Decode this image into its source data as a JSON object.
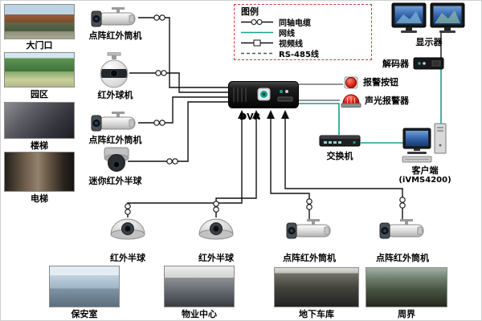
{
  "legend": {
    "title": "图例",
    "items": [
      {
        "label": "同轴电缆",
        "type": "coax"
      },
      {
        "label": "网线",
        "type": "network"
      },
      {
        "label": "视频线",
        "type": "video"
      },
      {
        "label": "RS-485线",
        "type": "rs485"
      }
    ]
  },
  "left_areas": [
    {
      "label": "大门口"
    },
    {
      "label": "园区"
    },
    {
      "label": "楼梯"
    },
    {
      "label": "电梯"
    }
  ],
  "left_cameras": [
    {
      "label": "点阵红外筒机",
      "type": "bullet"
    },
    {
      "label": "红外球机",
      "type": "ptz-dome"
    },
    {
      "label": "点阵红外筒机",
      "type": "bullet"
    },
    {
      "label": "迷你红外半球",
      "type": "mini-dome"
    }
  ],
  "dvr": {
    "label": "DVR"
  },
  "right": {
    "monitors": "显示器",
    "decoder": "解码器",
    "alarm_button": "报警按钮",
    "siren": "声光报警器",
    "switch": "交换机",
    "client": "客户端",
    "client_sub": "(iVMS4200)"
  },
  "bottom_cameras": [
    {
      "label": "红外半球",
      "type": "half-dome"
    },
    {
      "label": "红外半球",
      "type": "half-dome"
    },
    {
      "label": "点阵红外筒机",
      "type": "bullet"
    },
    {
      "label": "点阵红外筒机",
      "type": "bullet"
    }
  ],
  "bottom_areas": [
    {
      "label": "保安室"
    },
    {
      "label": "物业中心"
    },
    {
      "label": "地下车库"
    },
    {
      "label": "周界"
    }
  ],
  "colors": {
    "network_line": "#18a08c",
    "coax_line": "#111111",
    "rs485_line": "#555555",
    "alarm_red": "#c81010",
    "legend_border": "#dd3333"
  }
}
